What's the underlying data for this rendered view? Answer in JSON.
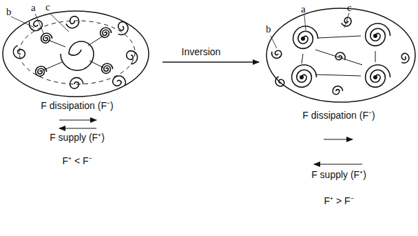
{
  "diagram": {
    "labels": [
      "b",
      "a",
      "c",
      "F dissipation (F⁻)",
      "F supply (F⁺)",
      "F⁺ < F⁻",
      "Inversion",
      "b",
      "a",
      "c",
      "F dissipation (F⁻)",
      "F supply (F⁺)",
      "F⁺ > F⁻"
    ]
  }
}
